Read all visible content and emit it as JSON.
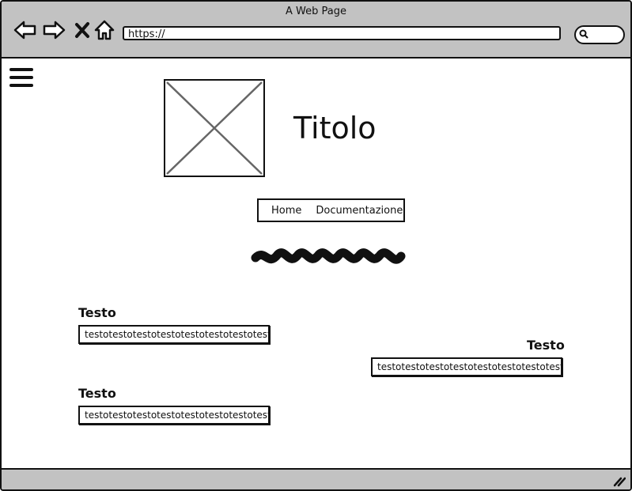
{
  "window": {
    "title": "A Web Page"
  },
  "browser": {
    "url": "https://"
  },
  "page": {
    "title": "Titolo",
    "menu": [
      "Home",
      "Documentazione"
    ],
    "sections": [
      {
        "heading": "Testo",
        "text": "testotestotestotestotestotestotestotestote"
      },
      {
        "heading": "Testo",
        "text": "testotestotestotestotestotestotestotestote"
      },
      {
        "heading": "Testo",
        "text": "testotestotestotestotestotestotestotestote"
      }
    ]
  }
}
